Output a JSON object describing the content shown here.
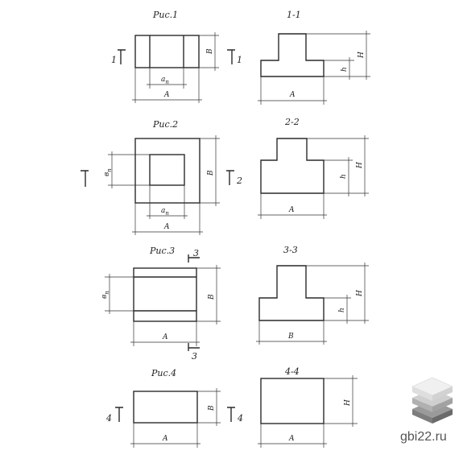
{
  "figures": {
    "fig1": {
      "title": "Рис.1",
      "section": "1-1",
      "mark_left": "1",
      "mark_right": "1",
      "dims": {
        "a": "A",
        "b": "B",
        "an": "a_n",
        "h": "h",
        "H": "H"
      }
    },
    "fig2": {
      "title": "Рис.2",
      "section": "2-2",
      "mark_right": "2",
      "dims": {
        "a": "A",
        "b": "B",
        "an": "a_n",
        "bn": "в_n",
        "h": "h",
        "H": "H"
      }
    },
    "fig3": {
      "title": "Рис.3",
      "section": "3-3",
      "mark_top": "3",
      "mark_bottom": "3",
      "dims": {
        "a": "A",
        "b": "B",
        "bn": "в_n",
        "h": "h",
        "H": "H",
        "sec_width": "B"
      }
    },
    "fig4": {
      "title": "Рис.4",
      "section": "4-4",
      "mark_left": "4",
      "mark_right": "4",
      "dims": {
        "a": "A",
        "b": "B",
        "H": "H"
      }
    }
  },
  "logo": {
    "text": "gbi22.ru",
    "colors": [
      "#e8e8e8",
      "#bdbdbd",
      "#8e8e8e"
    ]
  }
}
